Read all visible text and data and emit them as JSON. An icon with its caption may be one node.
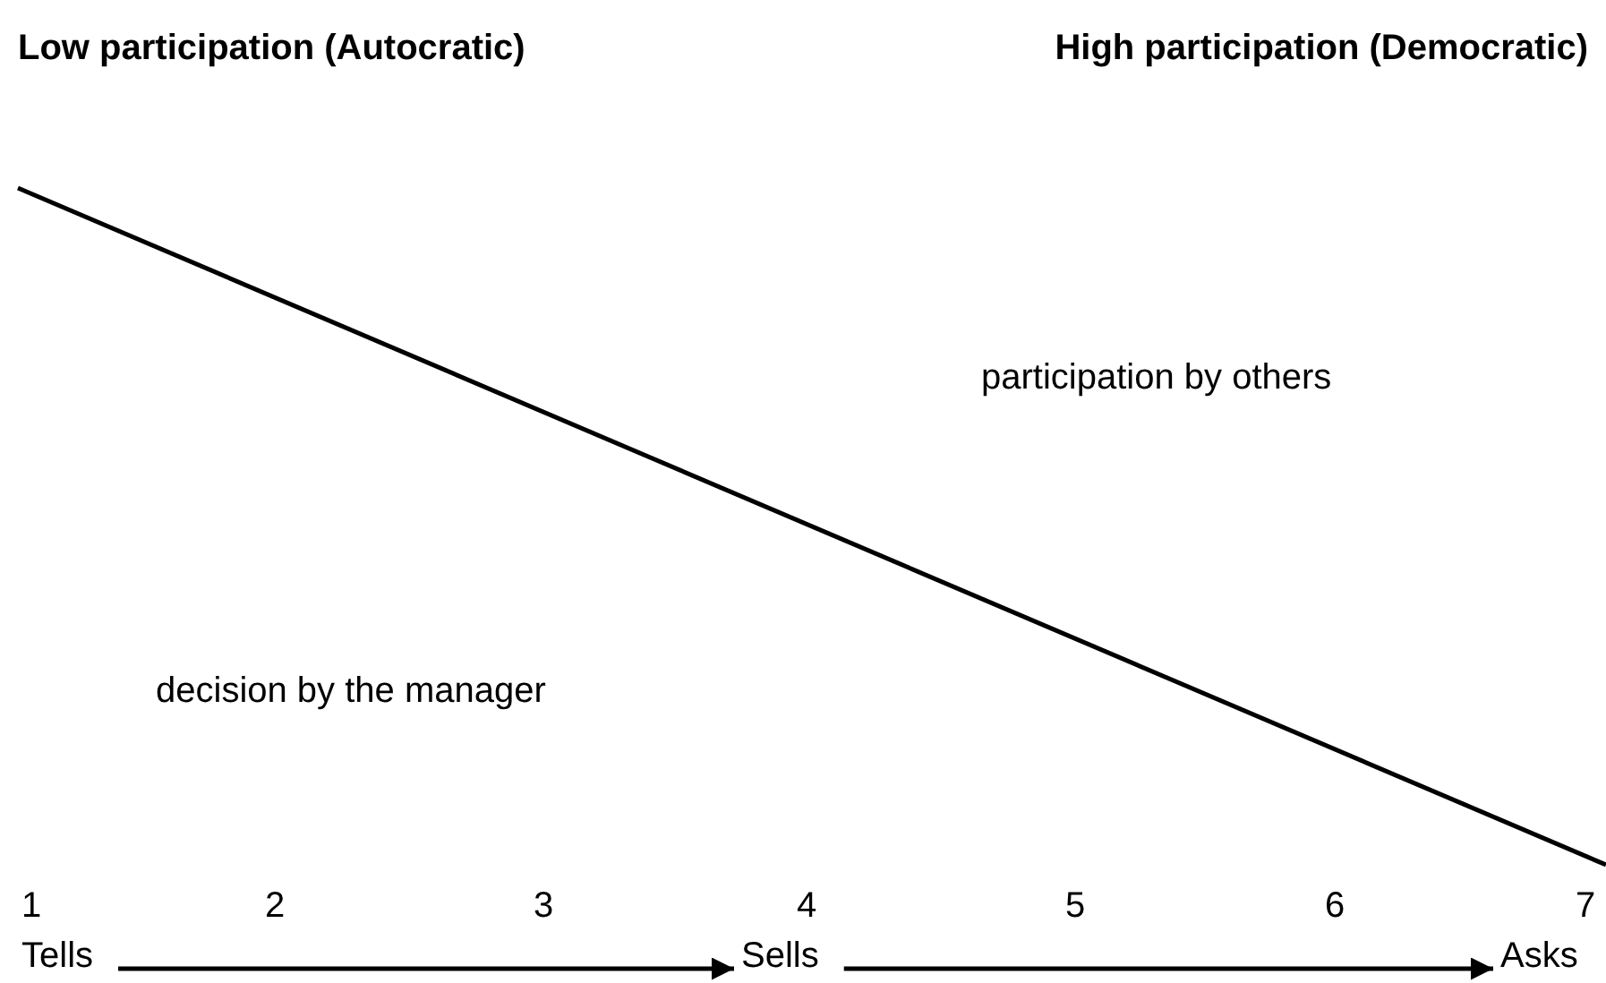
{
  "diagram": {
    "nodes": [
      {
        "text": [
          "Tells"
        ]
      },
      {
        "text": [
          "Sells"
        ]
      },
      {
        "text": [
          "Asks"
        ]
      }
    ],
    "edges": [
      {
        "from": 0,
        "to": 1,
        "arrow": "to"
      },
      {
        "from": 1,
        "to": 2,
        "arrow": "to"
      }
    ],
    "labels": [
      "Low participation (Autocratic)",
      "High participation (Democratic)",
      "participation by others",
      "decision by the manager",
      "1",
      "2",
      "3",
      "4",
      "5",
      "6",
      "7"
    ]
  }
}
